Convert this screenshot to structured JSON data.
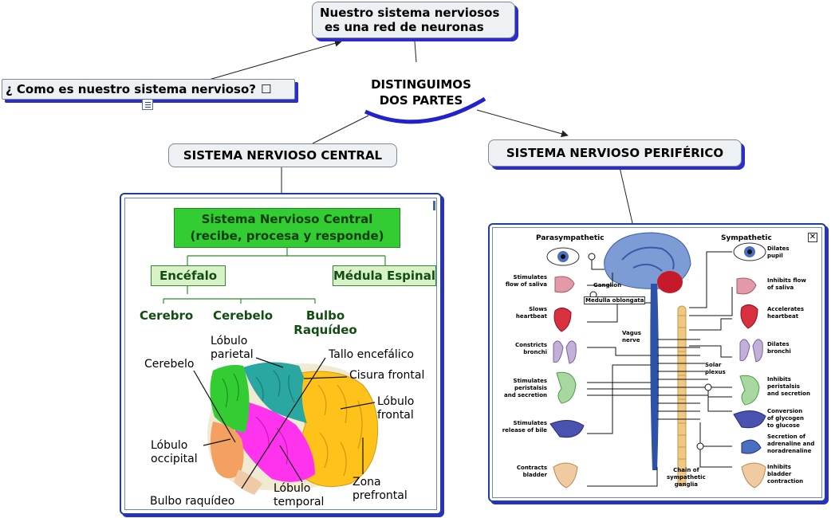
{
  "concept_map": {
    "top_node": {
      "line1": "Nuestro sistema nerviosos",
      "line2": "es una red de neuronas"
    },
    "question_node": {
      "text": "¿ Como es nuestro  sistema nervioso?",
      "checkbox": "☐"
    },
    "center_node": {
      "line1": "DISTINGUIMOS",
      "line2": "DOS PARTES"
    },
    "central_node": {
      "text": "SISTEMA NERVIOSO CENTRAL"
    },
    "peripheral_node": {
      "text": "SISTEMA NERVIOSO PERIFÉRICO"
    }
  },
  "central_image": {
    "title_line1": "Sistema Nervioso Central",
    "title_line2": "(recibe, procesa y responde)",
    "encefalo": "Encéfalo",
    "medula": "Médula Espinal",
    "cerebro": "Cerebro",
    "cerebelo": "Cerebelo",
    "bulbo_line1": "Bulbo",
    "bulbo_line2": "Raquídeo",
    "labels": {
      "parietal_1": "Lóbulo",
      "parietal_2": "parietal",
      "cerebelo": "Cerebelo",
      "tallo": "Tallo encefálico",
      "cisura": "Cisura frontal",
      "frontal_1": "Lóbulo",
      "frontal_2": "frontal",
      "occipital_1": "Lóbulo",
      "occipital_2": "occipital",
      "zona_1": "Zona",
      "zona_2": "prefrontal",
      "temporal_1": "Lóbulo",
      "temporal_2": "temporal",
      "bulbo": "Bulbo raquídeo"
    },
    "colors": {
      "green": "#33cc33",
      "pink": "#ff33ee",
      "teal": "#2aa7a1",
      "yellow": "#ffc21a",
      "orange": "#f3a060"
    }
  },
  "peripheral_image": {
    "close_icon": "✕",
    "parasympathetic": "Parasympathetic",
    "sympathetic": "Sympathetic",
    "ganglion": "Ganglion",
    "medulla": "Medulla oblongata",
    "vagus_1": "Vagus",
    "vagus_2": "nerve",
    "solar_1": "Solar",
    "solar_2": "plexus",
    "chain_1": "Chain of",
    "chain_2": "sympathetic",
    "chain_3": "ganglia",
    "left": [
      [
        "Stimulates",
        "flow of saliva"
      ],
      [
        "Slows",
        "heartbeat"
      ],
      [
        "Constricts",
        "bronchi"
      ],
      [
        "Stimulates",
        "peristalsis",
        "and secretion"
      ],
      [
        "Stimulates",
        "release of bile"
      ],
      [
        "Contracts",
        "bladder"
      ]
    ],
    "right": [
      [
        "Dilates",
        "pupil"
      ],
      [
        "Inhibits flow",
        "of saliva"
      ],
      [
        "Accelerates",
        "heartbeat"
      ],
      [
        "Dilates",
        "bronchi"
      ],
      [
        "Inhibits",
        "peristalsis",
        "and secretion"
      ],
      [
        "Conversion",
        "of glycogen",
        "to glucose"
      ],
      [
        "Secretion of",
        "adrenaline and",
        "noradrenaline"
      ],
      [
        "Inhibits",
        "bladder",
        "contraction"
      ]
    ]
  }
}
